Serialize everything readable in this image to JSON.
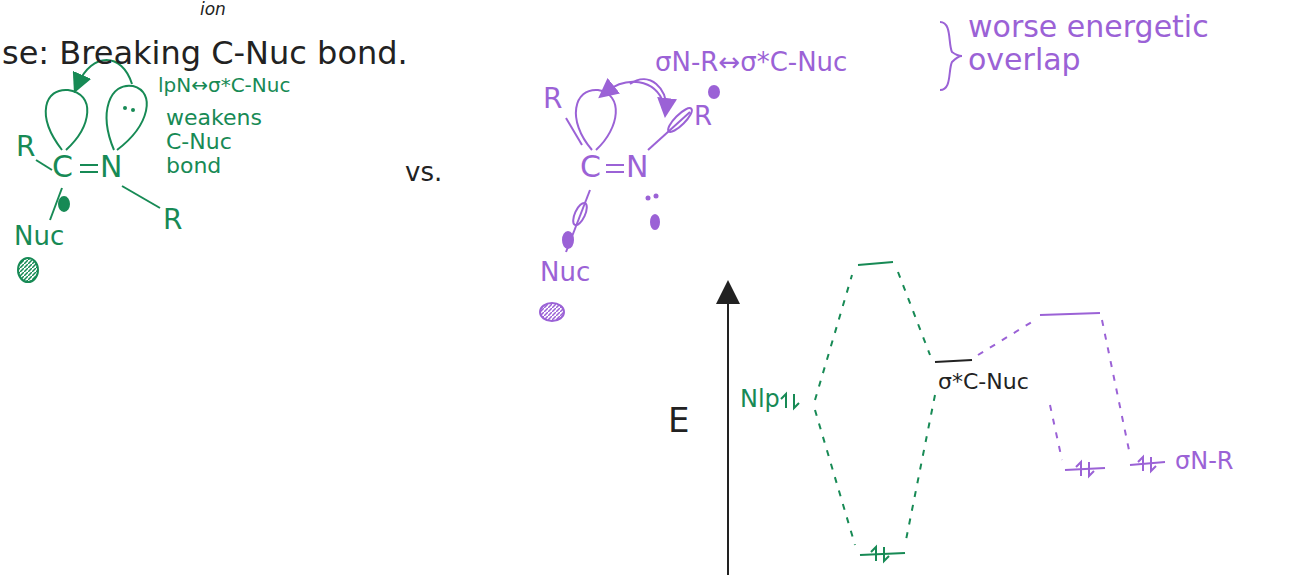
{
  "diagram": {
    "labels": [
      "ion",
      "se: Breaking C-Nuc bond.",
      "R",
      "C",
      "N",
      "R",
      "Nuc",
      "lpN↔σ*C-Nuc",
      "weakens C-Nuc bond",
      "vs.",
      "σN-R↔σ*C-Nuc",
      "worse energetic overlap",
      "R",
      "C",
      "N",
      "R",
      "Nuc",
      "E",
      "Nlp",
      "σ*C-Nuc",
      "σN-R"
    ]
  }
}
